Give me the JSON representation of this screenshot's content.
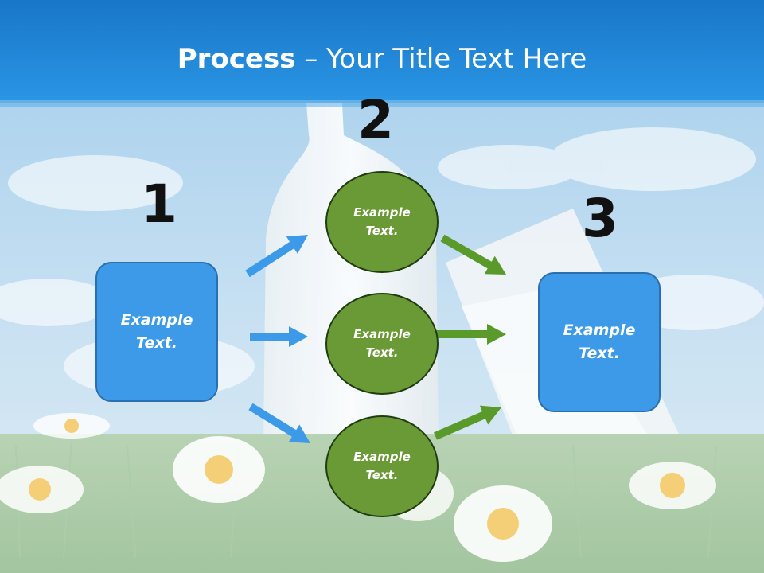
{
  "slide": {
    "title_bold": "Process",
    "title_rest": " – Your Title Text Here"
  },
  "steps": {
    "step1": {
      "number": "1",
      "line1": "Example",
      "line2": "Text."
    },
    "step2": {
      "number": "2",
      "nodes": [
        {
          "line1": "Example",
          "line2": "Text."
        },
        {
          "line1": "Example",
          "line2": "Text."
        },
        {
          "line1": "Example",
          "line2": "Text."
        }
      ]
    },
    "step3": {
      "number": "3",
      "line1": "Example",
      "line2": "Text."
    }
  },
  "colors": {
    "header_blue": "#1e88d9",
    "box_blue": "#3d9ae8",
    "circle_green": "#6a9a36",
    "arrow_blue": "#3d9ae8",
    "arrow_green": "#5a9a2a"
  }
}
